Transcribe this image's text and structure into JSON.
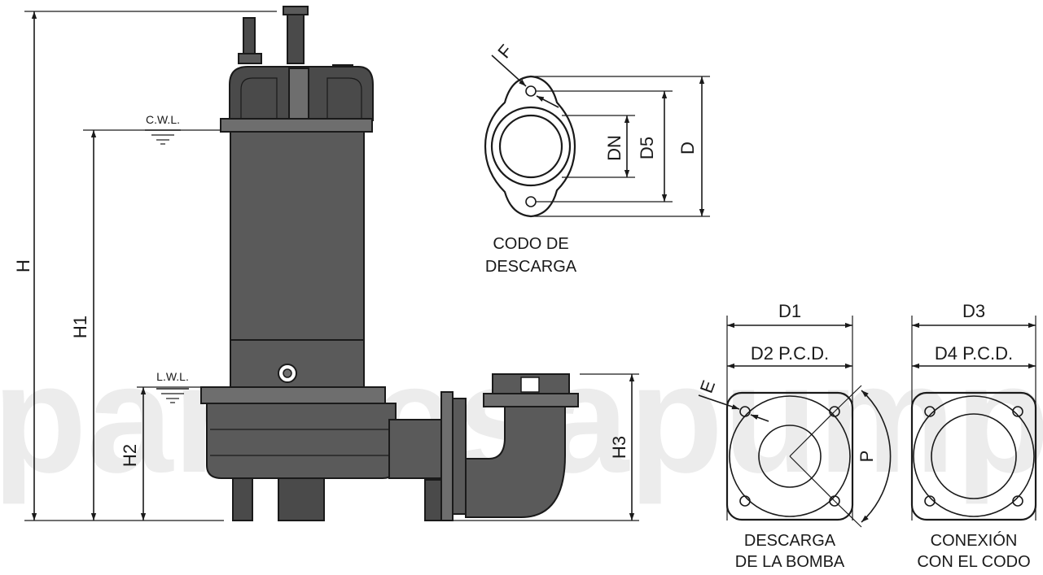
{
  "watermark": "parmesapump",
  "elevation": {
    "dims": {
      "H": "H",
      "H1": "H1",
      "H2": "H2",
      "H3": "H3"
    },
    "levels": {
      "cwl": "C.W.L.",
      "lwl": "L.W.L."
    }
  },
  "discharge_elbow": {
    "dims": {
      "F": "F",
      "DN": "DN",
      "D5": "D5",
      "D": "D"
    },
    "caption_line1": "CODO DE",
    "caption_line2": "DESCARGA"
  },
  "pump_discharge": {
    "dims": {
      "D1": "D1",
      "D2": "D2 P.C.D.",
      "E": "E",
      "P": "P"
    },
    "caption_line1": "DESCARGA",
    "caption_line2": "DE LA BOMBA"
  },
  "elbow_connection": {
    "dims": {
      "D3": "D3",
      "D4": "D4 P.C.D."
    },
    "caption_line1": "CONEXIÓN",
    "caption_line2": "CON EL CODO"
  }
}
